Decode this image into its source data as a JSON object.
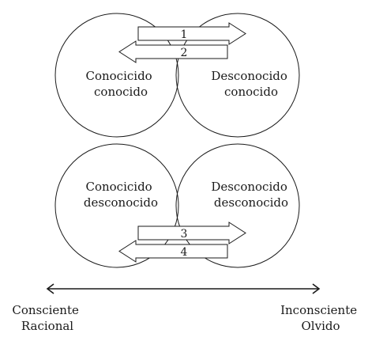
{
  "quadrants": {
    "top_left": [
      "Conocicido",
      "conocido"
    ],
    "top_right": [
      "Desconocido",
      "conocido"
    ],
    "bottom_left": [
      "Conocicido",
      "desconocido"
    ],
    "bottom_right": [
      "Desconocido",
      "desconocido"
    ]
  },
  "arrows": [
    {
      "number": "1",
      "direction": "right"
    },
    {
      "number": "2",
      "direction": "left"
    },
    {
      "number": "3",
      "direction": "right"
    },
    {
      "number": "4",
      "direction": "left"
    }
  ],
  "axis": {
    "left": [
      "Consciente",
      "Racional"
    ],
    "right": [
      "Inconsciente",
      "Olvido"
    ]
  },
  "colors": {
    "stroke": "#1a1a1a",
    "background": "#ffffff"
  }
}
